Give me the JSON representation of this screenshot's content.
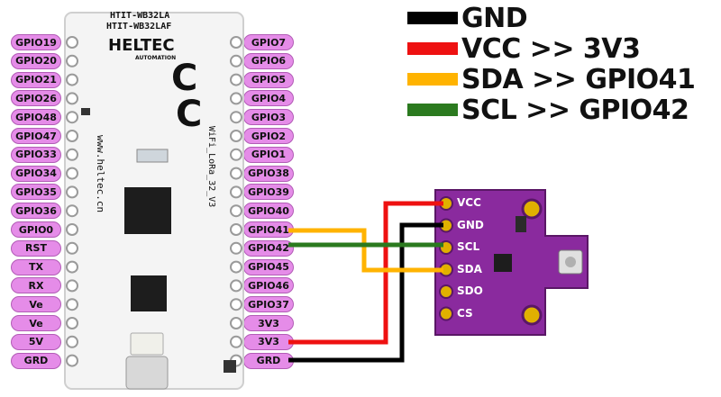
{
  "board": {
    "model_lines": [
      "HTIT-WB32LA",
      "HTIT-WB32LAF"
    ],
    "brand": "HELTEC",
    "brand_sub": "AUTOMATION",
    "website": "www.heltec.cn",
    "product": "WiFi_LoRa_32_V3",
    "left_labels": [
      "GPIO19",
      "GPIO20",
      "GPIO21",
      "GPIO26",
      "GPIO48",
      "GPIO47",
      "GPIO33",
      "GPIO34",
      "GPIO35",
      "GPIO36",
      "GPIO0",
      "RST",
      "TX",
      "RX",
      "Ve",
      "Ve",
      "5V",
      "GRD"
    ],
    "right_labels": [
      "GPIO7",
      "GPIO6",
      "GPIO5",
      "GPIO4",
      "GPIO3",
      "GPIO2",
      "GPIO1",
      "GPIO38",
      "GPIO39",
      "GPIO40",
      "GPIO41",
      "GPIO42",
      "GPIO45",
      "GPIO46",
      "GPIO37",
      "3V3",
      "3V3",
      "GRD"
    ]
  },
  "sensor": {
    "pins": [
      "VCC",
      "GND",
      "SCL",
      "SDA",
      "SDO",
      "CS"
    ]
  },
  "legend": [
    {
      "color": "#000000",
      "text": "GND"
    },
    {
      "color": "#ee1111",
      "text": "VCC >> 3V3"
    },
    {
      "color": "#ffb300",
      "text": "SDA >> GPIO41"
    },
    {
      "color": "#2b7a1f",
      "text": "SCL >> GPIO42"
    }
  ],
  "colors": {
    "pin_label": "#e58ce8",
    "sensor_board": "#8a2a9e",
    "board": "#f4f4f4"
  }
}
